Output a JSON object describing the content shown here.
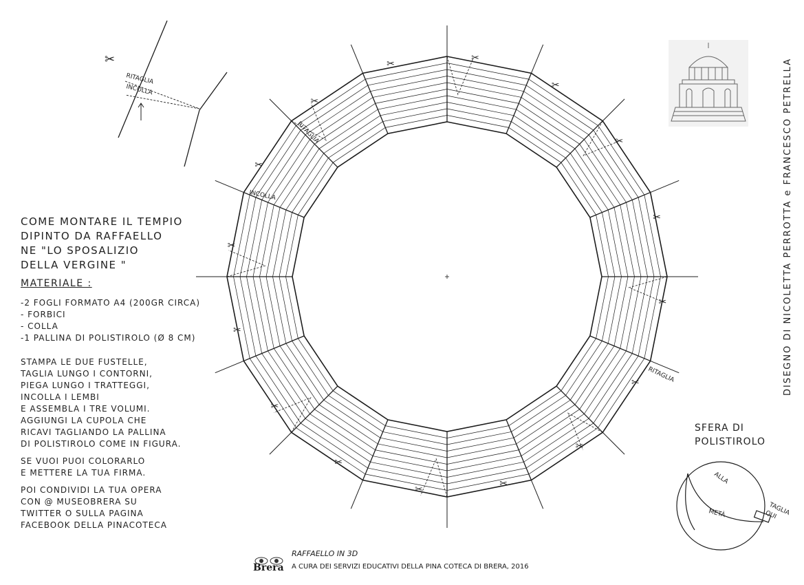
{
  "instructions": {
    "title": "COME MONTARE IL TEMPIO\nDIPINTO DA RAFFAELLO\nNE \"LO SPOSALIZIO\nDELLA VERGINE \"",
    "materiale_heading": "MATERIALE :",
    "materials": [
      "-2 FOGLI FORMATO A4 (200GR CIRCA)",
      "- FORBICI",
      "- COLLA",
      "-1 PALLINA DI POLISTIROLO (Ø 8 CM)"
    ],
    "paragraphs": [
      "STAMPA LE DUE FUSTELLE,\nTAGLIA LUNGO I CONTORNI,\nPIEGA LUNGO I TRATTEGGI,\nINCOLLA I LEMBI\nE ASSEMBLA I TRE VOLUMI.\nAGGIUNGI LA CUPOLA CHE\nRICAVI TAGLIANDO LA PALLINA\nDI POLISTIROLO COME IN FIGURA.",
      "SE VUOI PUOI COLORARLO\nE METTERE LA TUA FIRMA.",
      "POI CONDIVIDI LA TUA OPERA\nCON @ MUSEOBRERA SU\nTWITTER O SULLA PAGINA\nFACEBOOK DELLA PINACOTECA"
    ]
  },
  "diagram_labels": {
    "ritaglia_top": "RITAGLIA",
    "incolla_top": "INCOLLA",
    "ritaglia_ring": "RITAGLIA",
    "incolla_ring": "INCOLLA",
    "ritaglia_right": "RITAGLIA"
  },
  "sphere": {
    "title": "SFERA DI\nPOLISTIROLO",
    "label_alla": "ALLA",
    "label_meta": "METÀ",
    "label_taglia": "TAGLIA\nQUI"
  },
  "credits": "DISEGNO DI NICOLETTA PERROTTA e FRANCESCO PETRELLA",
  "footer": {
    "logo_word": "Brera",
    "title": "RAFFAELLO IN 3D",
    "subtitle": "A CURA DEI SERVIZI EDUCATIVI DELLA PINA COTECA DI BRERA, 2016"
  },
  "icons": [
    "scissors-icon",
    "temple-icon",
    "eyes-logo-icon"
  ]
}
